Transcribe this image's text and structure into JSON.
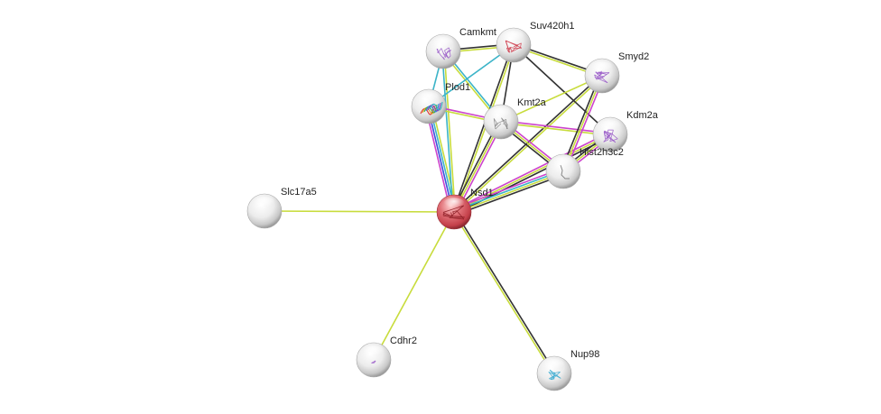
{
  "network": {
    "center_protein": "Nsd1",
    "nodes": [
      {
        "id": "nsd1",
        "label": "Nsd1",
        "color": "#d9545c",
        "structure": "red-scatter"
      },
      {
        "id": "slc17a5",
        "label": "Slc17a5",
        "color": "#e6e6e6",
        "structure": "none"
      },
      {
        "id": "cdhr2",
        "label": "Cdhr2",
        "color": "#e6e6e6",
        "structure": "purple-tiny"
      },
      {
        "id": "nup98",
        "label": "Nup98",
        "color": "#e6e6e6",
        "structure": "cyan-blob"
      },
      {
        "id": "camkmt",
        "label": "Camkmt",
        "color": "#e6e6e6",
        "structure": "purple-cluster"
      },
      {
        "id": "suv420h1",
        "label": "Suv420h1",
        "color": "#e6e6e6",
        "structure": "red-cluster"
      },
      {
        "id": "smyd2",
        "label": "Smyd2",
        "color": "#e6e6e6",
        "structure": "purple-cluster"
      },
      {
        "id": "plod1",
        "label": "Plod1",
        "color": "#e6e6e6",
        "structure": "rainbow"
      },
      {
        "id": "kmt2a",
        "label": "Kmt2a",
        "color": "#e6e6e6",
        "structure": "grey-cluster"
      },
      {
        "id": "kdm2a",
        "label": "Kdm2a",
        "color": "#e6e6e6",
        "structure": "purple-cluster"
      },
      {
        "id": "hist2h3c2",
        "label": "Hist2h3c2",
        "color": "#e6e6e6",
        "structure": "grey-line"
      }
    ],
    "edge_colors": {
      "textmining": "#c8dc3c",
      "coexpression": "#333333",
      "database": "#3cb4c8",
      "experiments": "#cc44cc",
      "cooccurrence": "#3c50dc"
    },
    "edges": [
      {
        "source": "nsd1",
        "target": "slc17a5",
        "evidence": [
          "textmining"
        ]
      },
      {
        "source": "nsd1",
        "target": "cdhr2",
        "evidence": [
          "textmining"
        ]
      },
      {
        "source": "nsd1",
        "target": "nup98",
        "evidence": [
          "coexpression",
          "textmining"
        ]
      },
      {
        "source": "nsd1",
        "target": "plod1",
        "evidence": [
          "experiments",
          "cooccurrence",
          "database",
          "textmining"
        ]
      },
      {
        "source": "nsd1",
        "target": "camkmt",
        "evidence": [
          "database",
          "textmining"
        ]
      },
      {
        "source": "nsd1",
        "target": "suv420h1",
        "evidence": [
          "coexpression",
          "textmining"
        ]
      },
      {
        "source": "nsd1",
        "target": "kmt2a",
        "evidence": [
          "coexpression",
          "textmining",
          "experiments"
        ]
      },
      {
        "source": "nsd1",
        "target": "smyd2",
        "evidence": [
          "coexpression",
          "textmining"
        ]
      },
      {
        "source": "nsd1",
        "target": "kdm2a",
        "evidence": [
          "experiments",
          "textmining",
          "coexpression"
        ]
      },
      {
        "source": "nsd1",
        "target": "hist2h3c2",
        "evidence": [
          "experiments",
          "database",
          "textmining",
          "coexpression"
        ]
      },
      {
        "source": "camkmt",
        "target": "suv420h1",
        "evidence": [
          "coexpression",
          "textmining"
        ]
      },
      {
        "source": "camkmt",
        "target": "plod1",
        "evidence": [
          "database"
        ]
      },
      {
        "source": "camkmt",
        "target": "kmt2a",
        "evidence": [
          "database",
          "textmining"
        ]
      },
      {
        "source": "suv420h1",
        "target": "plod1",
        "evidence": [
          "database"
        ]
      },
      {
        "source": "suv420h1",
        "target": "smyd2",
        "evidence": [
          "coexpression",
          "textmining"
        ]
      },
      {
        "source": "suv420h1",
        "target": "kdm2a",
        "evidence": [
          "coexpression"
        ]
      },
      {
        "source": "suv420h1",
        "target": "kmt2a",
        "evidence": [
          "coexpression"
        ]
      },
      {
        "source": "plod1",
        "target": "kmt2a",
        "evidence": [
          "experiments",
          "textmining"
        ]
      },
      {
        "source": "kmt2a",
        "target": "kdm2a",
        "evidence": [
          "experiments",
          "textmining"
        ]
      },
      {
        "source": "kmt2a",
        "target": "hist2h3c2",
        "evidence": [
          "experiments",
          "textmining",
          "coexpression"
        ]
      },
      {
        "source": "smyd2",
        "target": "kmt2a",
        "evidence": [
          "textmining"
        ]
      },
      {
        "source": "smyd2",
        "target": "hist2h3c2",
        "evidence": [
          "experiments",
          "textmining",
          "coexpression"
        ]
      },
      {
        "source": "kdm2a",
        "target": "hist2h3c2",
        "evidence": [
          "experiments",
          "textmining",
          "coexpression"
        ]
      }
    ]
  }
}
